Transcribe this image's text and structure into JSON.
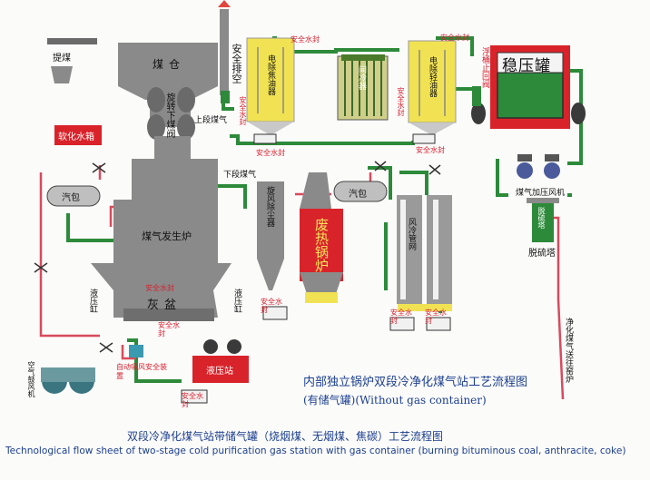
{
  "labels": {
    "coal_feed": "提煤",
    "coal_bin": "煤仓",
    "rotary_valve": "旋转下煤阀",
    "safety_vent": "安全排空",
    "upper_gas": "上段煤气",
    "lower_gas": "下段煤气",
    "soft_water": "软化水箱",
    "steam_drum": "汽包",
    "gasifier": "煤气发生炉",
    "ash_pan": "灰盆",
    "hydraulic_cyl": "液压缸",
    "cyclone": "旋风除尘器",
    "waste_heat_boiler": "废热锅炉",
    "steam_drum_2": "汽包",
    "air_cooler": "风冷管网",
    "tar_esp": "电除焦油器",
    "indirect_cooler": "间冷器",
    "light_oil_esp": "电除轻油器",
    "surge_tank": "稳压罐",
    "float_seal": "浮桶止回阀",
    "booster_fan": "煤气加压风机",
    "desulfurizer": "脱硫塔",
    "desulfurizer_tower": "脱硫塔",
    "clean_gas_out": "净化煤气送往窑炉",
    "air_blower": "空气鼓风机",
    "auto_air_safety": "自动吸风安全装置",
    "hydraulic_station": "液压站",
    "water_seal": "安全水封",
    "caption_cn": "内部独立锅炉双段冷净化煤气站工艺流程图",
    "caption_sub": "(有储气罐)(Without gas container)",
    "title_cn": "双段冷净化煤气站带储气罐（烧烟煤、无烟煤、焦碳）工艺流程图",
    "title_en": "Technological flow sheet of two-stage cold purification gas station with gas container (burning bituminous coal, anthracite, coke)"
  },
  "colors": {
    "pipe_green": "#2d8a3a",
    "pipe_red": "#d94a5c",
    "equipment_gray": "#8a8a8a",
    "dark_gray": "#5a5a5a",
    "boiler_red": "#d9232a",
    "tank_red": "#e03a3a",
    "yellow": "#f1e254",
    "text_red": "#d81e2c",
    "text_blue": "#1c3f8e"
  }
}
